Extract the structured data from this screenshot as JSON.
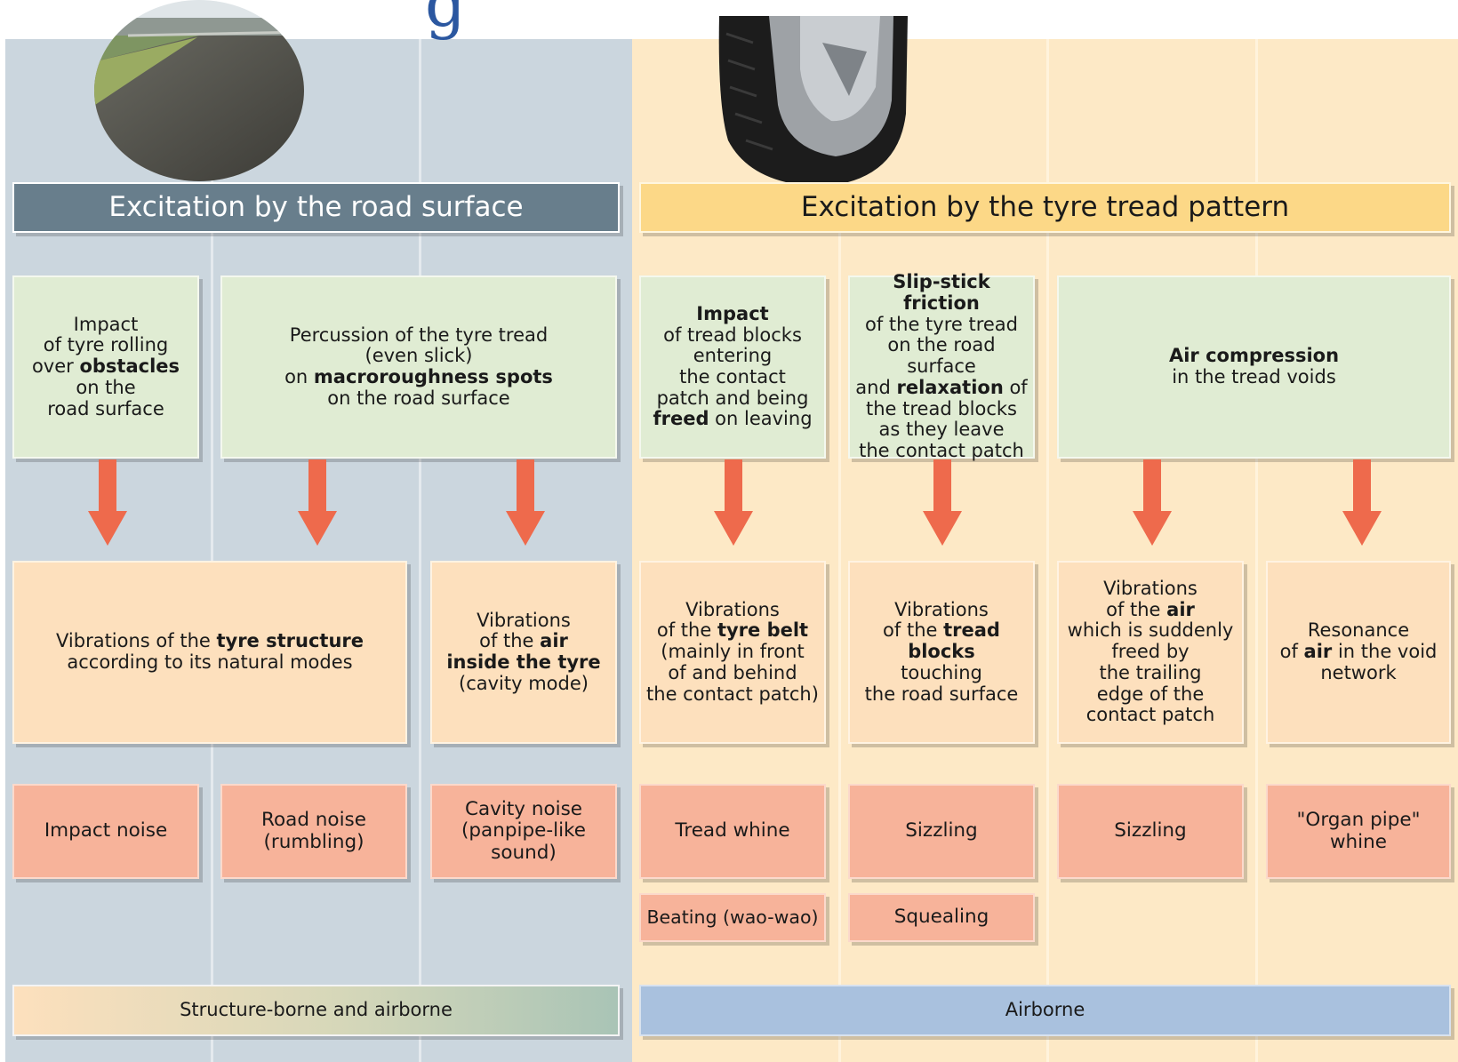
{
  "title_fragment": "g",
  "headers": {
    "road": "Excitation by the road surface",
    "tread": "Excitation by the tyre tread pattern"
  },
  "causes": [
    {
      "text": "Impact\nof tyre rolling\nover <b>obstacles</b>\non the\nroad surface"
    },
    {
      "text": "Percussion of the tyre tread\n(even slick)\non <b>macroroughness spots</b>\non the road surface"
    },
    {
      "text": "<b>Impact</b>\nof tread blocks\nentering\nthe contact\npatch and being\n<b>freed</b> on leaving"
    },
    {
      "text": "<b>Slip-stick friction</b>\nof the tyre tread\non the road surface\nand <b>relaxation</b> of\nthe tread blocks\nas they leave\nthe contact patch"
    },
    {
      "text": "<b>Air compression</b>\nin the tread voids"
    }
  ],
  "vibrations": [
    {
      "text": "Vibrations of the <b>tyre structure</b>\naccording to its natural modes"
    },
    {
      "text": "Vibrations\nof the <b>air</b>\n<b>inside the tyre</b>\n(cavity mode)"
    },
    {
      "text": "Vibrations\nof the <b>tyre belt</b>\n(mainly in front\nof and behind\nthe contact patch)"
    },
    {
      "text": "Vibrations\nof the <b>tread blocks</b>\ntouching\nthe road surface"
    },
    {
      "text": "Vibrations\nof the <b>air</b>\nwhich is suddenly\nfreed by\nthe trailing\nedge of the\ncontact patch"
    },
    {
      "text": "Resonance\nof <b>air</b> in the void\nnetwork"
    }
  ],
  "noises": [
    "Impact noise",
    "Road noise\n(rumbling)",
    "Cavity noise\n(panpipe-like\nsound)",
    "Tread whine",
    "Sizzling",
    "Sizzling",
    "\"Organ pipe\"\nwhine",
    "Beating (wao-wao)",
    "Squealing"
  ],
  "footers": {
    "left": "Structure-borne and airborne",
    "right": "Airborne"
  },
  "images": {
    "road_photo": "road-photo",
    "tyre_photo": "tyre-photo"
  },
  "colors": {
    "arrow": "#ee6a4c",
    "header_left": "#687e8c",
    "header_right": "#fcd887",
    "cause_box": "#e0ecd3",
    "vibration_box": "#fde0bd",
    "noise_box": "#f7b39a",
    "footer_right": "#a9c1de"
  }
}
